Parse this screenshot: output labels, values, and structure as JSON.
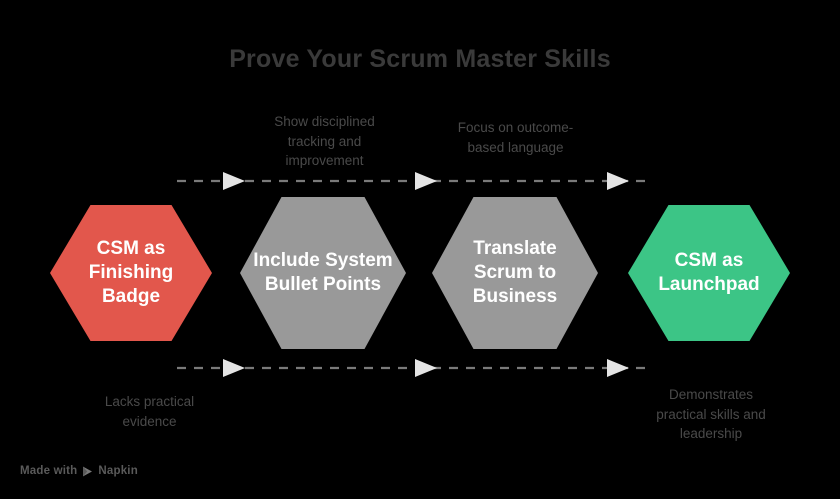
{
  "page": {
    "background_color": "#000000",
    "title": "Prove Your Scrum Master Skills"
  },
  "colors": {
    "negative": "#e2574c",
    "neutral": "#999999",
    "positive": "#3cc586",
    "text_muted": "#4a4a4a",
    "title": "#3a3a3a",
    "node_label": "#ffffff",
    "rail": "#7a7a7a"
  },
  "diagram": {
    "type": "process-flow",
    "nodes": [
      {
        "id": "csm-finishing-badge",
        "label": "CSM as\nFinishing\nBadge",
        "color": "#e2574c",
        "role": "start-negative"
      },
      {
        "id": "include-system-bullet-points",
        "label": "Include System\nBullet Points",
        "color": "#999999",
        "role": "step"
      },
      {
        "id": "translate-scrum-to-business",
        "label": "Translate\nScrum to\nBusiness",
        "color": "#999999",
        "role": "step"
      },
      {
        "id": "csm-launchpad",
        "label": "CSM as\nLaunchpad",
        "color": "#3cc586",
        "role": "end-positive"
      }
    ],
    "annotations": {
      "top": [
        {
          "id": "note-top-1",
          "text": "Show disciplined\ntracking and\nimprovement"
        },
        {
          "id": "note-top-2",
          "text": "Focus on outcome-\nbased language"
        }
      ],
      "bottom": [
        {
          "id": "note-bottom-1",
          "text": "Lacks practical\nevidence"
        },
        {
          "id": "note-bottom-2",
          "text": "Demonstrates\npractical skills and\nleadership"
        }
      ]
    },
    "connectors": {
      "style": "dashed",
      "arrowhead": "hollow-triangle",
      "direction": "left-to-right",
      "rails": 2
    }
  },
  "footer": {
    "made_with": "Made with",
    "brand": "Napkin",
    "logo_icon": "napkin-play-icon"
  }
}
